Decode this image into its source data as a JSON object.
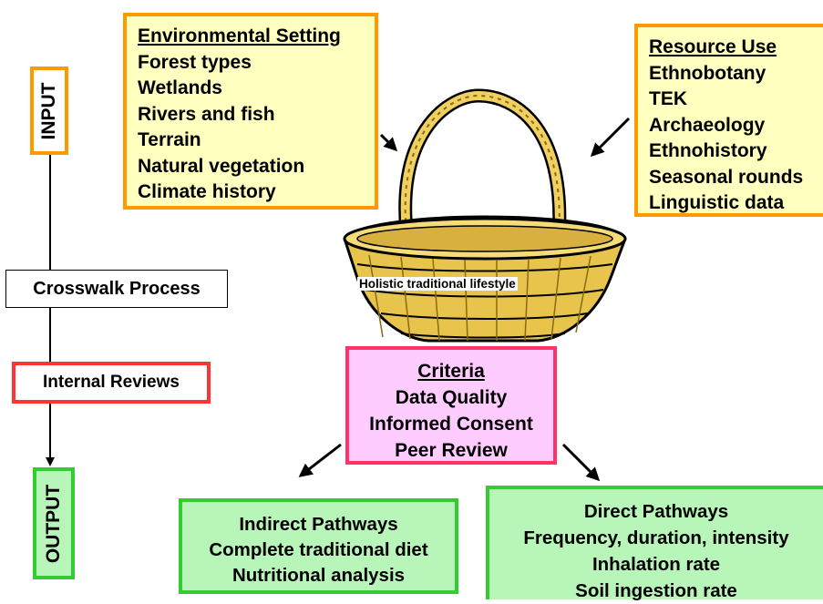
{
  "environmental_setting": {
    "title": "Environmental Setting",
    "items": [
      "Forest types",
      "Wetlands",
      "Rivers and fish",
      "Terrain",
      "Natural vegetation",
      "Climate history"
    ]
  },
  "resource_use": {
    "title": "Resource Use",
    "items": [
      "Ethnobotany",
      "TEK",
      "Archaeology",
      "Ethnohistory",
      "Seasonal rounds",
      "Linguistic data"
    ]
  },
  "side_flow": {
    "input": "INPUT",
    "crosswalk": "Crosswalk Process",
    "internal_reviews": "Internal Reviews",
    "output": "OUTPUT"
  },
  "basket": {
    "label": "Holistic traditional lifestyle",
    "icon": "basket-icon"
  },
  "criteria": {
    "title": "Criteria",
    "items": [
      "Data Quality",
      "Informed Consent",
      "Peer Review"
    ]
  },
  "indirect_pathways": {
    "title": "Indirect Pathways",
    "items": [
      "Complete traditional diet",
      "Nutritional analysis"
    ]
  },
  "direct_pathways": {
    "title": "Direct Pathways",
    "items": [
      "Frequency, duration, intensity",
      "Inhalation rate",
      "Soil ingestion rate"
    ]
  },
  "colors": {
    "yellow_fill": "#ffffc0",
    "orange_border": "#ff9900",
    "pink_fill": "#ffccff",
    "red_border": "#ff3333",
    "green_fill": "#b8f5b8",
    "green_border": "#33cc33"
  }
}
